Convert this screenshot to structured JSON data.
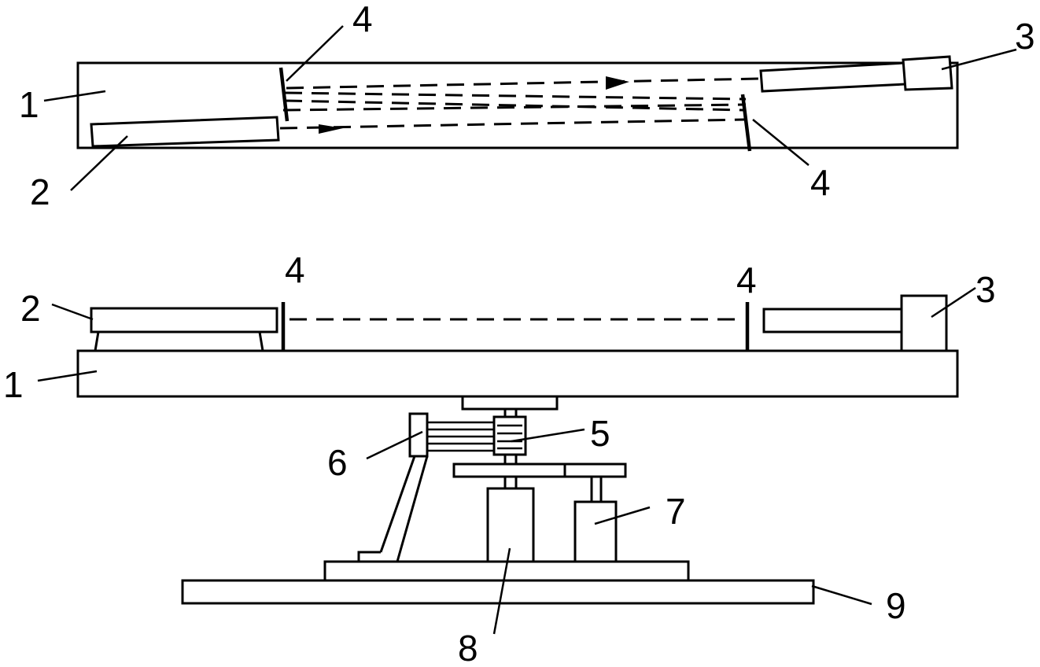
{
  "figure": {
    "labels": {
      "top_1": "1",
      "top_2": "2",
      "top_3": "3",
      "top_4a": "4",
      "top_4b": "4",
      "side_1": "1",
      "side_2": "2",
      "side_3": "3",
      "side_4a": "4",
      "side_4b": "4",
      "side_5": "5",
      "side_6": "6",
      "side_7": "7",
      "side_8": "8",
      "side_9": "9"
    }
  }
}
